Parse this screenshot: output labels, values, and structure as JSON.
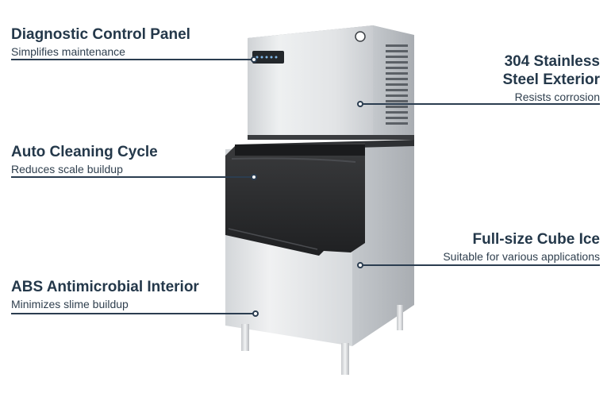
{
  "features": [
    {
      "id": "diagnostic",
      "title": "Diagnostic Control Panel",
      "subtitle": "Simplifies maintenance"
    },
    {
      "id": "cleaning",
      "title": "Auto Cleaning Cycle",
      "subtitle": "Reduces scale buildup"
    },
    {
      "id": "abs",
      "title": "ABS Antimicrobial Interior",
      "subtitle": "Minimizes slime buildup"
    },
    {
      "id": "stainless",
      "title_line1": "304 Stainless",
      "title_line2": "Steel Exterior",
      "subtitle": "Resists corrosion"
    },
    {
      "id": "cube",
      "title": "Full-size Cube Ice",
      "subtitle": "Suitable for various applications"
    }
  ],
  "colors": {
    "text": "#24384a",
    "leader": "#2b3d50",
    "steel_light": "#e4e6e8",
    "steel_dark": "#b9bdc1",
    "door": "#2b2c2e"
  }
}
